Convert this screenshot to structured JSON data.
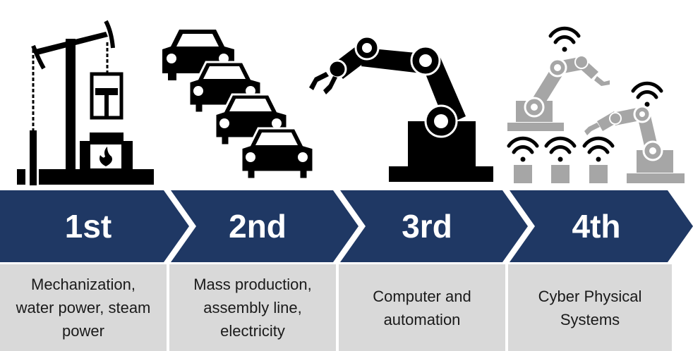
{
  "stages": [
    {
      "label": "1st",
      "description": "Mechanization,\nwater power, steam\npower",
      "icon": "steam-engine-icon"
    },
    {
      "label": "2nd",
      "description": "Mass production,\nassembly line,\nelectricity",
      "icon": "car-assembly-icon"
    },
    {
      "label": "3rd",
      "description": "Computer and\nautomation",
      "icon": "robot-arm-icon"
    },
    {
      "label": "4th",
      "description": "Cyber Physical\nSystems",
      "icon": "connected-robots-icon"
    }
  ],
  "colors": {
    "arrow": "#1f3864",
    "arrow_text": "#ffffff",
    "description_bg": "#d9d9d9",
    "icon_dark": "#000000",
    "icon_light": "#a6a6a6"
  }
}
